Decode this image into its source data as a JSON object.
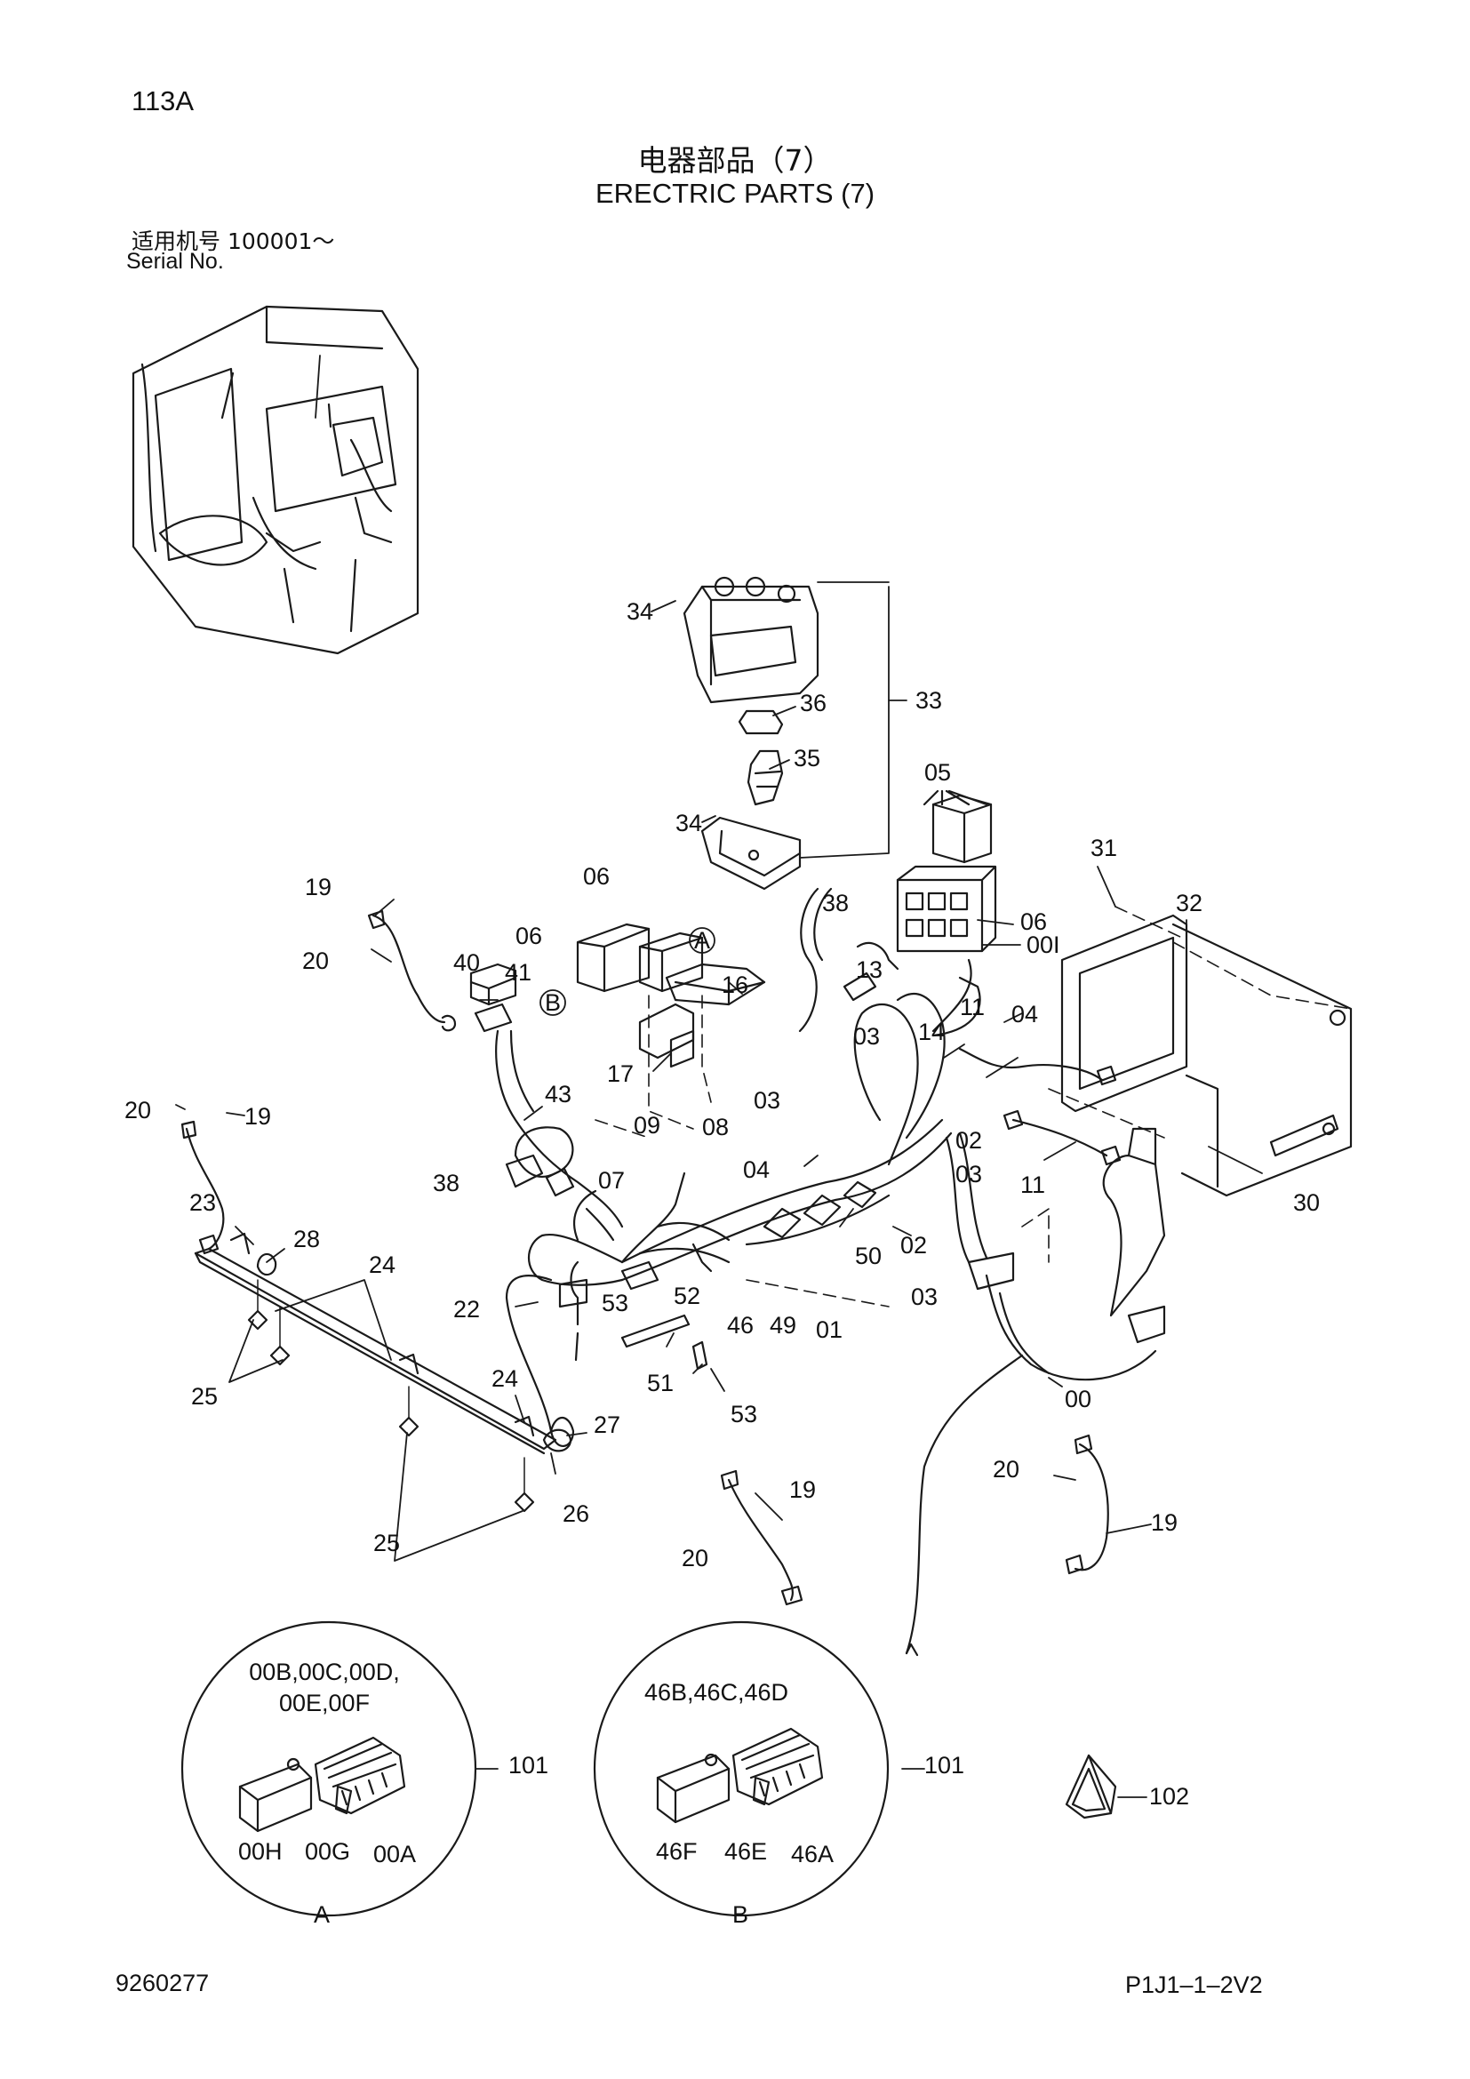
{
  "header": {
    "page_number": "113A",
    "title_cn": "电器部品（7）",
    "title_en": "ERECTRIC PARTS (7)",
    "serial_label_cn": "适用机号 100001～",
    "serial_label_en": "Serial No."
  },
  "callouts": {
    "c34a": "34",
    "c33": "33",
    "c36": "36",
    "c35": "35",
    "c34b": "34",
    "c05": "05",
    "c31": "31",
    "c32": "32",
    "c06a": "06",
    "c06b": "06",
    "c06c": "06",
    "c00I": "00I",
    "c19a": "19",
    "c20a": "20",
    "c40": "40",
    "c41": "41",
    "c38a": "38",
    "c13": "13",
    "c14": "14",
    "c16": "16",
    "c17": "17",
    "c03a": "03",
    "c11a": "11",
    "c04a": "04",
    "c19b": "19",
    "c20b": "20",
    "c43": "43",
    "c03b": "03",
    "c09": "09",
    "c08": "08",
    "c02a": "02",
    "c30": "30",
    "c38b": "38",
    "c07": "07",
    "c04b": "04",
    "c03c": "03",
    "c11b": "11",
    "c23": "23",
    "c28": "28",
    "c24a": "24",
    "c50": "50",
    "c02b": "02",
    "c22": "22",
    "c52": "52",
    "c53a": "53",
    "c46": "46",
    "c49": "49",
    "c01": "01",
    "c03d": "03",
    "c25a": "25",
    "c24b": "24",
    "c51": "51",
    "c53b": "53",
    "c00": "00",
    "c27": "27",
    "c26": "26",
    "c25b": "25",
    "c19c": "19",
    "c20c": "20",
    "c20d": "20",
    "c19d": "19",
    "c101a": "101",
    "c101b": "101",
    "c102": "102"
  },
  "markers": {
    "A": "A",
    "B": "B"
  },
  "detail_a": {
    "parts_top_1": "00B,00C,00D,",
    "parts_top_2": "00E,00F",
    "label_00h": "00H",
    "label_00g": "00G",
    "label_00a": "00A",
    "view_letter": "A"
  },
  "detail_b": {
    "parts_top": "46B,46C,46D",
    "label_46f": "46F",
    "label_46e": "46E",
    "label_46a": "46A",
    "view_letter": "B"
  },
  "footer": {
    "doc_number": "9260277",
    "sheet_code": "P1J1–1–2V2"
  }
}
